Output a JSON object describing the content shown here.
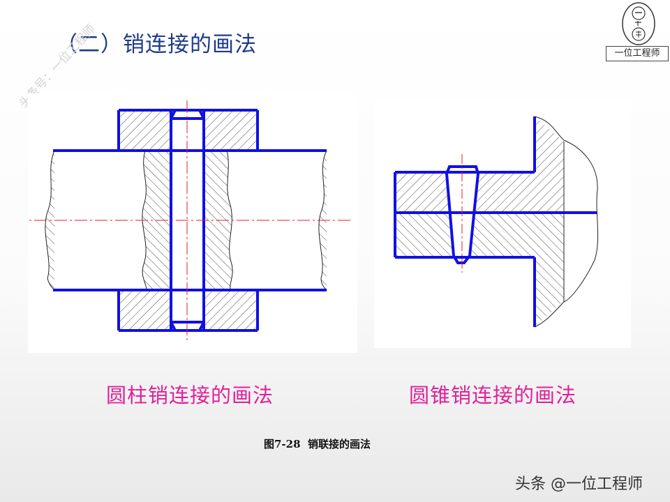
{
  "page": {
    "title": "（二）销连接的画法",
    "watermark": "头条号：一位工程师",
    "logo": {
      "caption": "一位工程师"
    },
    "figures": [
      {
        "caption": "圆柱销连接的画法"
      },
      {
        "caption": "圆锥销连接的画法"
      }
    ],
    "figure_caption": "图7-28  销联接的画法",
    "footer": "头条 @一位工程师"
  },
  "colors": {
    "outline": "#1010e6",
    "hatch": "#333333",
    "centerline": "#e02020",
    "caption": "#e0219a",
    "title": "#1e3a8a"
  }
}
